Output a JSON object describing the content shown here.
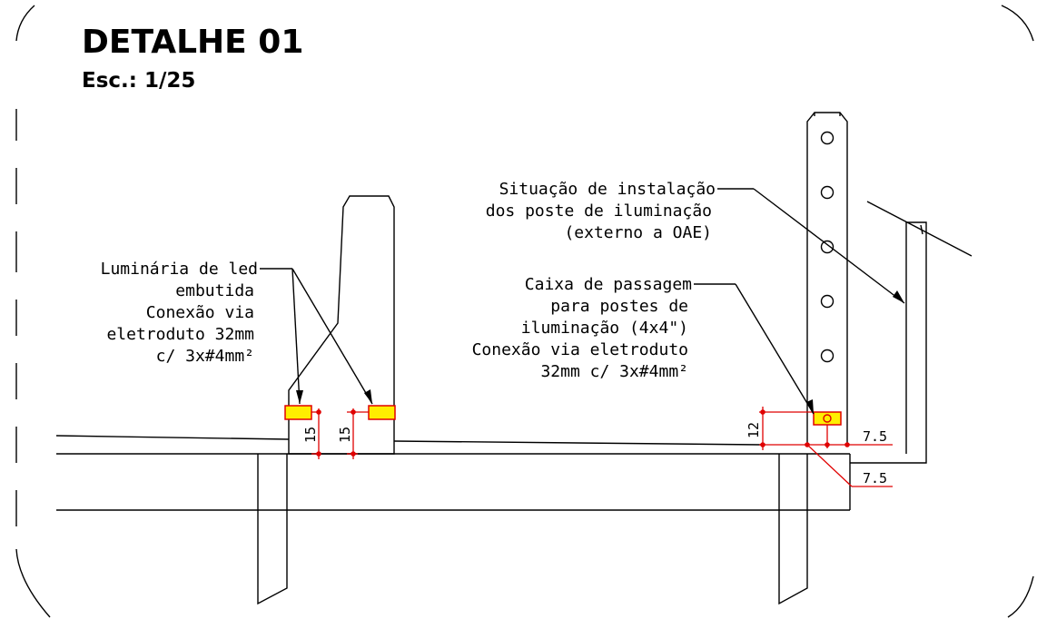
{
  "title": "DETALHE 01",
  "scale": "Esc.: 1/25",
  "notes": {
    "luminaria": [
      "Luminária de led",
      "embutida",
      "Conexão via",
      "eletroduto 32mm",
      "c/ 3x#4mm²"
    ],
    "situacao": [
      "Situação de instalação",
      "dos poste de iluminação",
      "(externo a OAE)"
    ],
    "caixa": [
      "Caixa de passagem",
      "para postes de",
      "iluminação (4x4\")",
      "Conexão via eletroduto",
      "32mm c/ 3x#4mm²"
    ]
  },
  "dimensions": {
    "barrier_left": "15",
    "barrier_right": "15",
    "box_height": "12",
    "offset_top": "7.5",
    "offset_bottom": "7.5"
  }
}
